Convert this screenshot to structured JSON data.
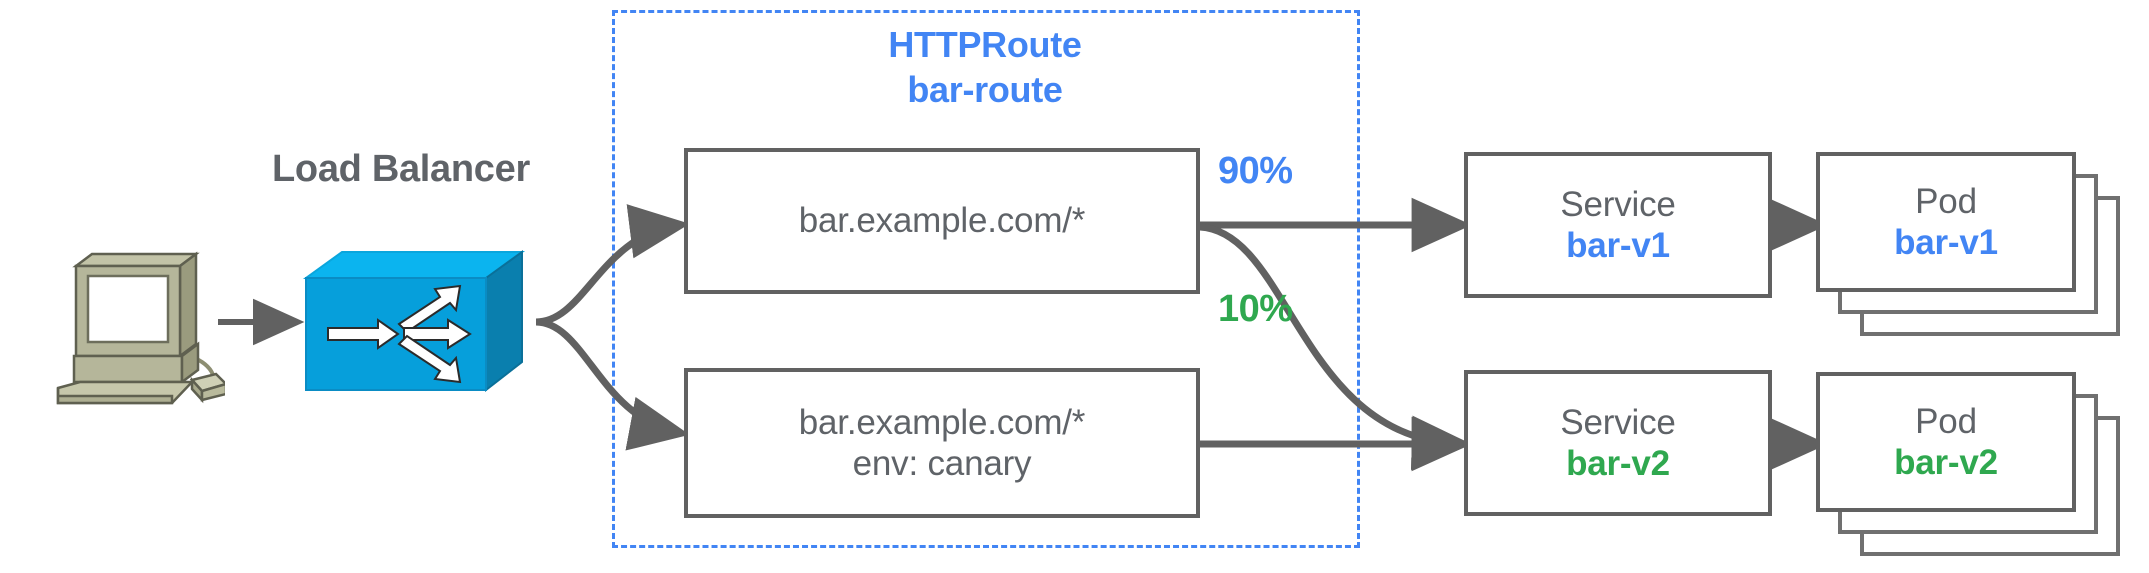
{
  "diagram": {
    "title_visible": false,
    "colors": {
      "blue": "#4285f4",
      "green": "#2fa84f",
      "gray": "#5f6368",
      "box_border": "#616161",
      "switch_blue": "#0c9fdc",
      "computer_body": "#a8a98a"
    },
    "client": {
      "icon_name": "desktop-computer-icon",
      "label": ""
    },
    "load_balancer": {
      "label": "Load Balancer",
      "icon_name": "network-switch-icon"
    },
    "httproute": {
      "kind_label": "HTTPRoute",
      "name_label": "bar-route",
      "rules": [
        {
          "id": "rule-1",
          "lines": [
            "bar.example.com/*"
          ]
        },
        {
          "id": "rule-2",
          "lines": [
            "bar.example.com/*",
            "env: canary"
          ]
        }
      ]
    },
    "weights": [
      {
        "id": "weight-90",
        "value": "90%",
        "color": "blue"
      },
      {
        "id": "weight-10",
        "value": "10%",
        "color": "green"
      }
    ],
    "services": [
      {
        "id": "service-bar-v1",
        "kind": "Service",
        "name": "bar-v1",
        "color": "blue"
      },
      {
        "id": "service-bar-v2",
        "kind": "Service",
        "name": "bar-v2",
        "color": "green"
      }
    ],
    "pods": [
      {
        "id": "pod-bar-v1",
        "kind": "Pod",
        "name": "bar-v1",
        "color": "blue",
        "replicas": 3
      },
      {
        "id": "pod-bar-v2",
        "kind": "Pod",
        "name": "bar-v2",
        "color": "green",
        "replicas": 3
      }
    ]
  }
}
